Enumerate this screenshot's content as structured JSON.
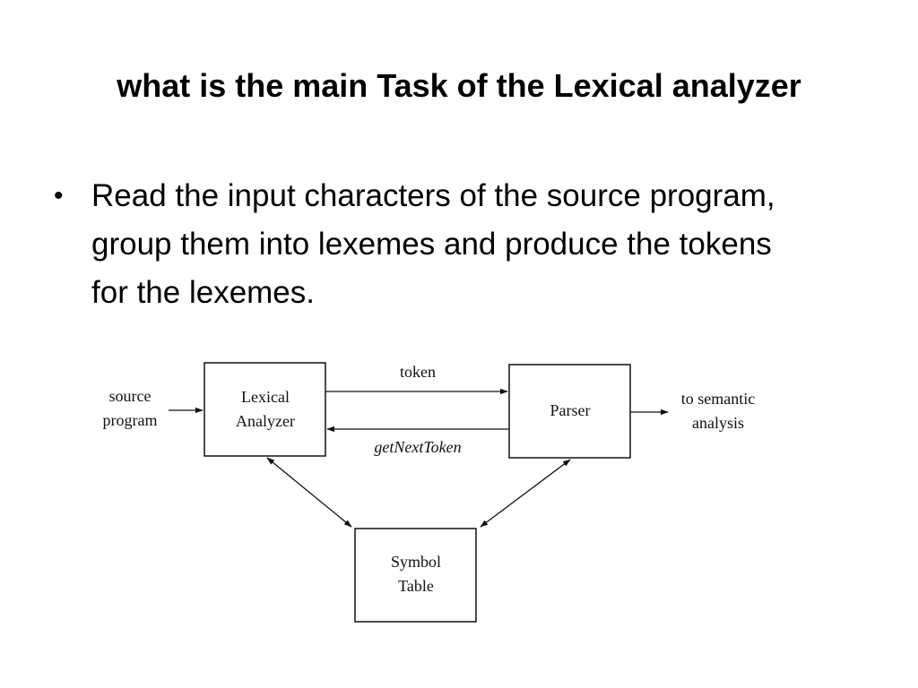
{
  "title": "what is the main Task of the Lexical analyzer",
  "bullets": [
    "Read the input characters of the source program, group them into lexemes and produce the tokens for the lexemes."
  ],
  "diagram": {
    "source_label": [
      "source",
      "program"
    ],
    "lexical_analyzer": [
      "Lexical",
      "Analyzer"
    ],
    "parser": "Parser",
    "symbol_table": [
      "Symbol",
      "Table"
    ],
    "output_label": [
      "to semantic",
      "analysis"
    ],
    "token_edge": "token",
    "next_token_edge": "getNextToken"
  }
}
